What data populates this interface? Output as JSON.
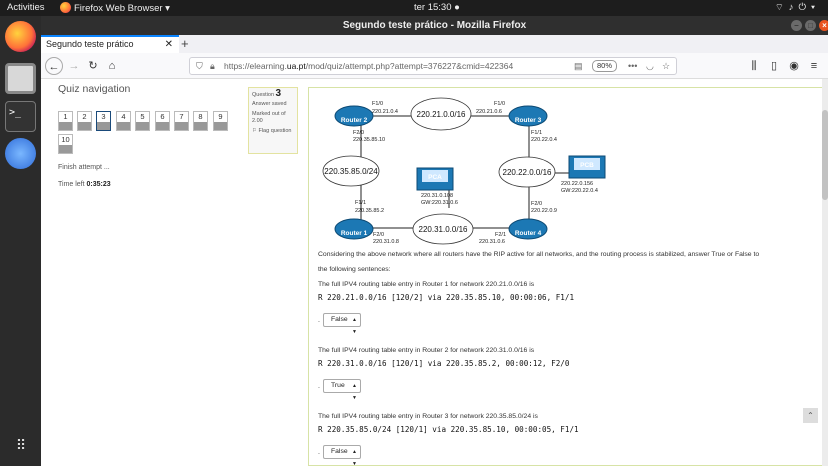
{
  "system_bar": {
    "activities": "Activities",
    "app_name": "Firefox Web Browser ▾",
    "clock": "ter 15:30 ●"
  },
  "window": {
    "title": "Segundo teste prático - Mozilla Firefox"
  },
  "tab": {
    "title": "Segundo teste prático",
    "new_tab": "+"
  },
  "url": {
    "prefix": "https://elearning.",
    "domain": "ua.pt",
    "suffix": "/mod/quiz/attempt.php?attempt=376227&cmid=422364",
    "zoom": "80%"
  },
  "quiz_nav": {
    "title": "Quiz navigation",
    "buttons": [
      "1",
      "2",
      "3",
      "4",
      "5",
      "6",
      "7",
      "8",
      "9",
      "10"
    ],
    "current": "3",
    "finish": "Finish attempt ...",
    "time_label": "Time left",
    "time_value": "0:35:23"
  },
  "question_info": {
    "label": "Question",
    "number": "3",
    "status": "Answer saved",
    "marked": "Marked out of 2.00",
    "flag": "Flag question"
  },
  "network": {
    "routers": [
      "Router 1",
      "Router 2",
      "Router 3",
      "Router 4"
    ],
    "clouds": [
      "220.21.0.0/16",
      "220.35.85.0/24",
      "220.22.0.0/16",
      "220.31.0.0/16"
    ],
    "pcs": [
      "PCA",
      "PCB"
    ],
    "labels": {
      "r2_f10": "F1/0",
      "r2_f10_ip": "220.21.0.4",
      "r2_f20": "F2/0",
      "r2_f20_ip": "220.35.85.10",
      "r3_f10": "F1/0",
      "r3_f10_ip": "220.21.0.6",
      "r3_f11": "F1/1",
      "r3_f11_ip": "220.22.0.4",
      "r1_f11": "F1/1",
      "r1_f11_ip": "220.35.85.2",
      "r1_f20": "F2/0",
      "r1_f20_ip": "220.31.0.8",
      "r4_f20": "F2/0",
      "r4_f20_ip": "220.22.0.9",
      "r4_f21": "F2/1",
      "r4_f21_ip": "220.31.0.6",
      "pca_ip": "220.31.0.108",
      "pca_gw": "GW:220.31.0.6",
      "pcb_ip": "220.22.0.156",
      "pcb_gw": "GW:220.22.0.4"
    }
  },
  "question": {
    "intro_1": "Considering the above network where all routers have the RIP active for all networks, and the routing process is stabilized, answer True or False to",
    "intro_2": "the following sentences:",
    "items": [
      {
        "prompt": "The full IPV4 routing table entry in Router 1 for network 220.21.0.0/16 is",
        "entry": "R 220.21.0.0/16 [120/2] via 220.35.85.10, 00:00:06, F1/1",
        "answer": "False"
      },
      {
        "prompt": "The full IPV4 routing table entry in Router 2 for network 220.31.0.0/16 is",
        "entry": "R 220.31.0.0/16 [120/1] via 220.35.85.2, 00:00:12, F2/0",
        "answer": "True"
      },
      {
        "prompt": "The full IPV4 routing table entry in Router 3 for network 220.35.85.0/24 is",
        "entry": "R 220.35.85.0/24 [120/1] via 220.35.85.10, 00:00:05, F1/1",
        "answer": "False"
      }
    ]
  }
}
